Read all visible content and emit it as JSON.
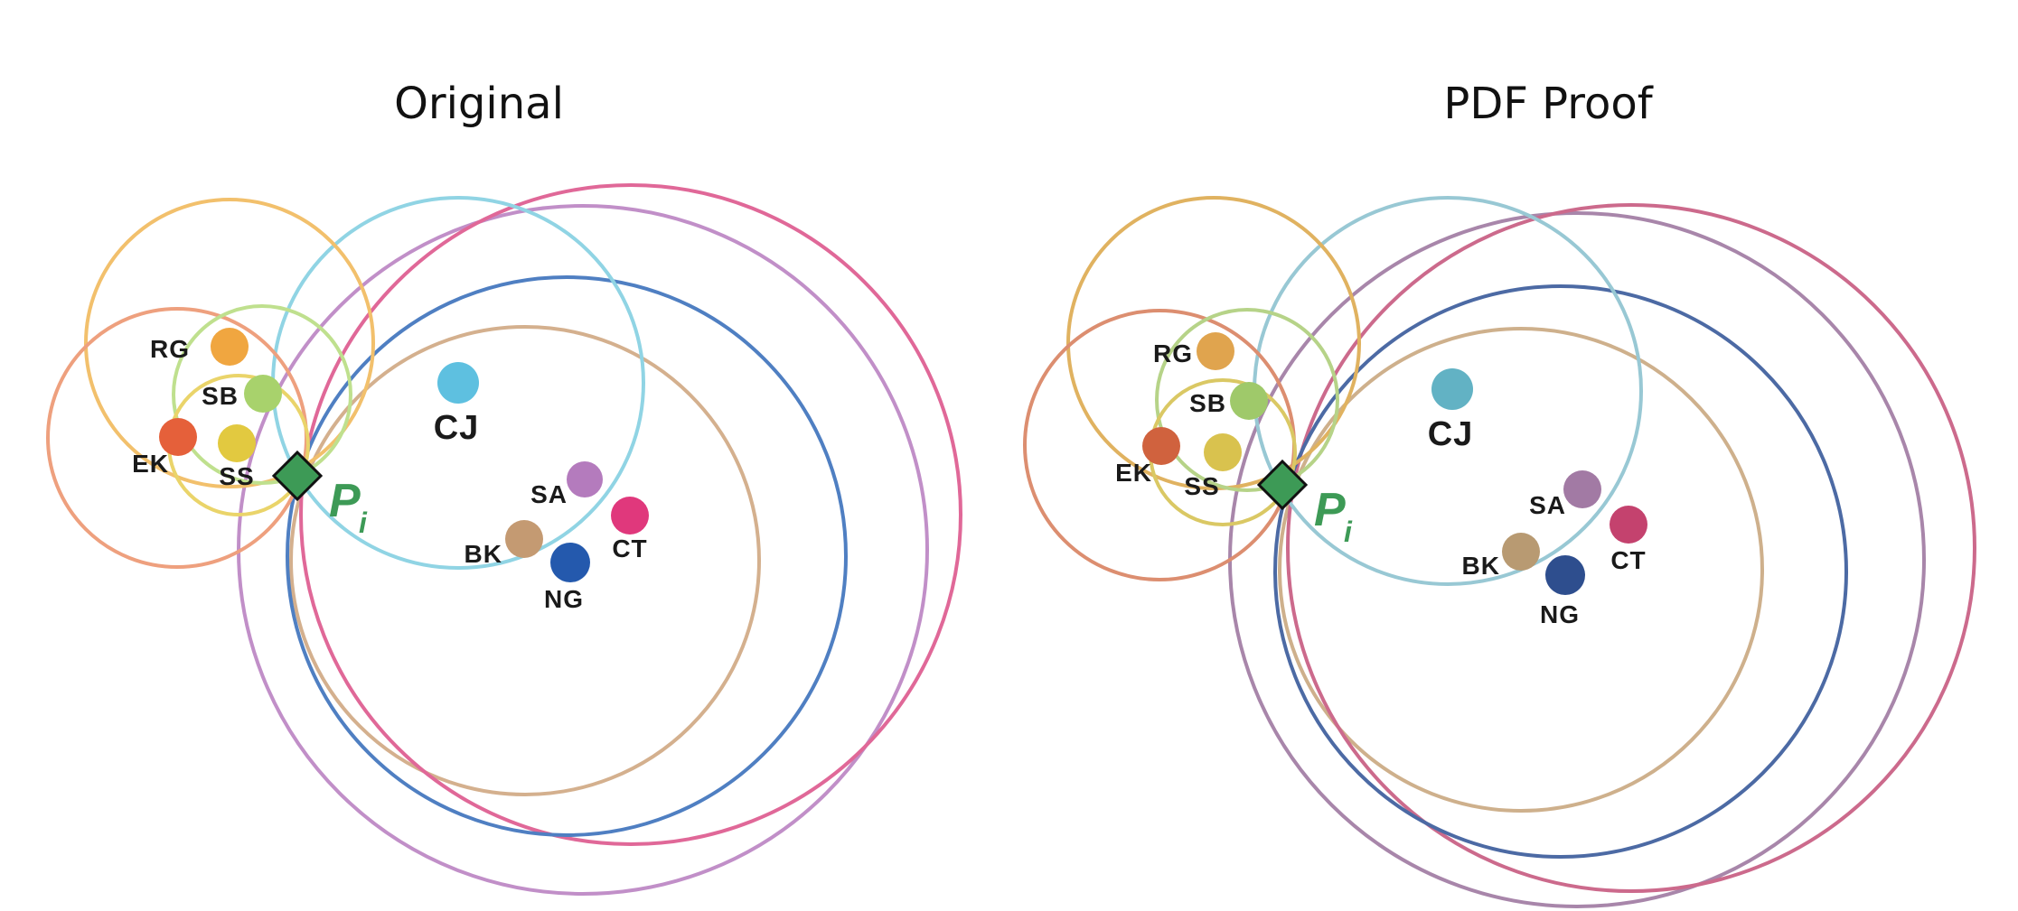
{
  "panels": [
    {
      "id": "original",
      "title": "Original",
      "anchor": {
        "main": "P",
        "sub": "i",
        "color": "#3d9a56"
      },
      "nodes": [
        {
          "id": "RG",
          "label": "RG",
          "color": "#f0a640"
        },
        {
          "id": "SB",
          "label": "SB",
          "color": "#a8d26c"
        },
        {
          "id": "EK",
          "label": "EK",
          "color": "#e5603a"
        },
        {
          "id": "SS",
          "label": "SS",
          "color": "#e2c940"
        },
        {
          "id": "CJ",
          "label": "CJ",
          "color": "#5ec0e0"
        },
        {
          "id": "SA",
          "label": "SA",
          "color": "#b47bbd"
        },
        {
          "id": "CT",
          "label": "CT",
          "color": "#e0387c"
        },
        {
          "id": "BK",
          "label": "BK",
          "color": "#c49a72"
        },
        {
          "id": "NG",
          "label": "NG",
          "color": "#2459ad"
        }
      ],
      "circle_colors": {
        "RG": "#f2c06c",
        "EK": "#eea07e",
        "SB": "#bfe08e",
        "SS": "#ead46a",
        "CJ": "#90d4e4",
        "SA": "#c18fc8",
        "CT": "#e06898",
        "BK": "#d4b08e",
        "NG": "#4f7fc2"
      }
    },
    {
      "id": "pdf-proof",
      "title": "PDF Proof",
      "anchor": {
        "main": "P",
        "sub": "i",
        "color": "#3d9a56"
      },
      "nodes": [
        {
          "id": "RG",
          "label": "RG",
          "color": "#e0a44e"
        },
        {
          "id": "SB",
          "label": "SB",
          "color": "#9fc96a"
        },
        {
          "id": "EK",
          "label": "EK",
          "color": "#d0623e"
        },
        {
          "id": "SS",
          "label": "SS",
          "color": "#d9c24e"
        },
        {
          "id": "CJ",
          "label": "CJ",
          "color": "#62b2c4"
        },
        {
          "id": "SA",
          "label": "SA",
          "color": "#a27aa4"
        },
        {
          "id": "CT",
          "label": "CT",
          "color": "#c4426e"
        },
        {
          "id": "BK",
          "label": "BK",
          "color": "#b89a72"
        },
        {
          "id": "NG",
          "label": "NG",
          "color": "#2e4e8e"
        }
      ],
      "circle_colors": {
        "RG": "#e0b260",
        "EK": "#dc8e70",
        "SB": "#b6d388",
        "SS": "#dac864",
        "CJ": "#98c8d4",
        "SA": "#a886aa",
        "CT": "#cc6a8c",
        "BK": "#ceb08c",
        "NG": "#4c6aa4"
      }
    }
  ]
}
